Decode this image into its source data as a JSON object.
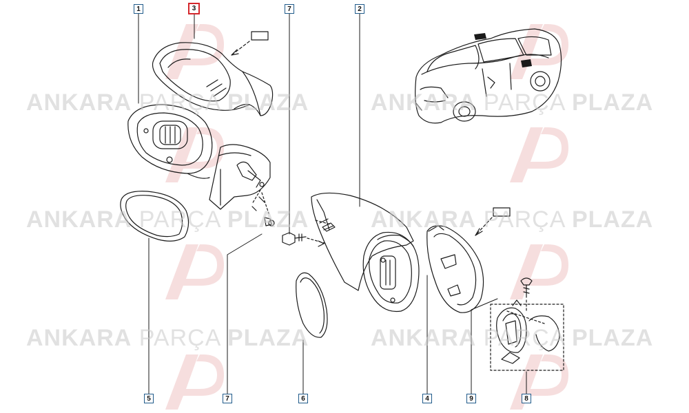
{
  "watermark": {
    "brand_word_1": "ANKARA",
    "brand_word_2": "PARÇA",
    "brand_word_3": "PLAZA",
    "logo_letters": "AP"
  },
  "callouts": {
    "c1": "1",
    "c2": "2",
    "c3": "3",
    "c4": "4",
    "c5": "5",
    "c6": "6",
    "c7a": "7",
    "c7b": "7",
    "c8": "8",
    "c9": "9"
  },
  "highlighted_callout": "3",
  "colors": {
    "line": "#1a1a1a",
    "callout_border": "#1f5a8a",
    "highlight": "#d4262b",
    "watermark": "#c9c9c9",
    "watermark_logo": "#f0c9c9"
  }
}
